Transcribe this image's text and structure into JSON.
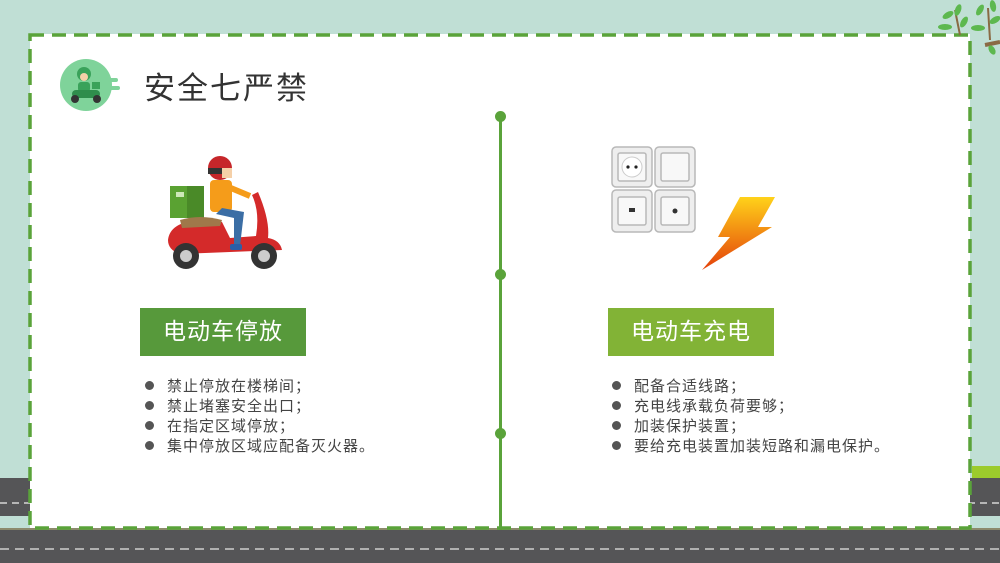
{
  "slide": {
    "title": "安全七严禁",
    "colors": {
      "background": "#c0dfd5",
      "border_dash": "#5aa33a",
      "panel": "#ffffff",
      "heading_left": "#57993b",
      "heading_right": "#82b336",
      "road": "#555557",
      "text": "#444444"
    }
  },
  "sections": [
    {
      "heading": "电动车停放",
      "illustration": "scooter-rider-icon",
      "items": [
        "禁止停放在楼梯间；",
        "禁止堵塞安全出口；",
        "在指定区域停放；",
        "集中停放区域应配备灭火器。"
      ]
    },
    {
      "heading": "电动车充电",
      "illustration": "power-outlet-lightning-icon",
      "items": [
        "配备合适线路；",
        "充电线承载负荷要够；",
        "加装保护装置；",
        "要给充电装置加装短路和漏电保护。"
      ]
    }
  ]
}
